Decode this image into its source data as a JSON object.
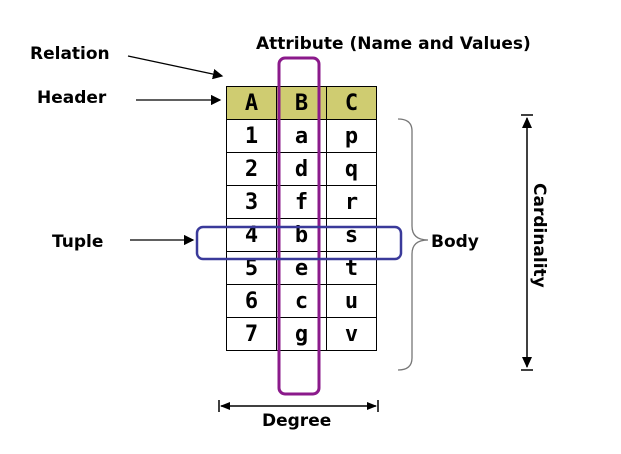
{
  "labels": {
    "relation": "Relation",
    "header": "Header",
    "tuple": "Tuple",
    "attribute": "Attribute (Name and Values)",
    "body": "Body",
    "degree": "Degree",
    "cardinality": "Cardinality"
  },
  "table": {
    "headers": [
      "A",
      "B",
      "C"
    ],
    "rows": [
      [
        "1",
        "a",
        "p"
      ],
      [
        "2",
        "d",
        "q"
      ],
      [
        "3",
        "f",
        "r"
      ],
      [
        "4",
        "b",
        "s"
      ],
      [
        "5",
        "e",
        "t"
      ],
      [
        "6",
        "c",
        "u"
      ],
      [
        "7",
        "g",
        "v"
      ]
    ]
  },
  "colors": {
    "header_fill": "#cfcc71",
    "attribute_highlight": "#8b1a8b",
    "tuple_highlight": "#3a3a9a",
    "text": "#000000"
  }
}
